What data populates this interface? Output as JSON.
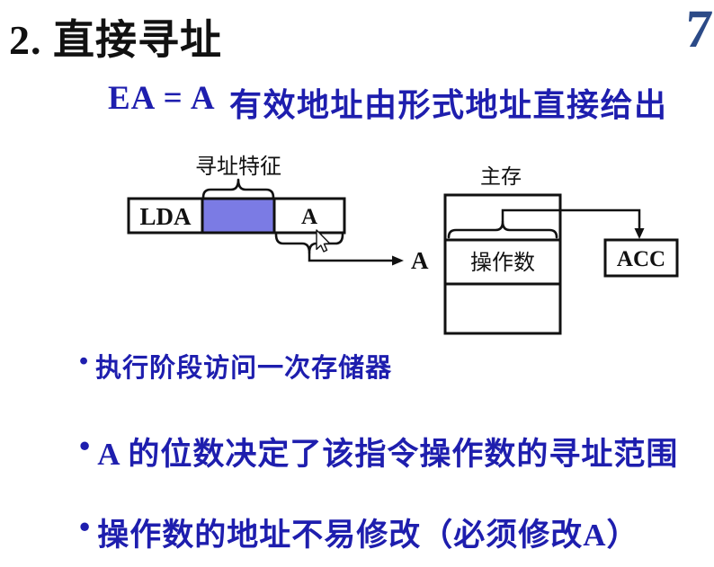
{
  "page": {
    "title": "2. 直接寻址",
    "page_number": "7",
    "formula": "EA = A",
    "formula_desc": "有效地址由形式地址直接给出"
  },
  "diagram": {
    "instruction": {
      "opcode_label": "LDA",
      "address_field_label": "A",
      "feature_label": "寻址特征"
    },
    "address_out_label": "A",
    "memory": {
      "title": "主存",
      "operand_label": "操作数"
    },
    "acc_label": "ACC",
    "colors": {
      "feature_fill": "#7b7be4",
      "line": "#111111"
    }
  },
  "bullets": [
    {
      "marker": "•",
      "text": "执行阶段访问一次存储器"
    },
    {
      "marker": "•",
      "text": "A 的位数决定了该指令操作数的寻址范围"
    },
    {
      "marker": "•",
      "text": "操作数的地址不易修改（必须修改A）"
    }
  ],
  "colors": {
    "accent_blue": "#1e1eae",
    "page_number_blue": "#2b4a87",
    "title_black": "#111111"
  }
}
